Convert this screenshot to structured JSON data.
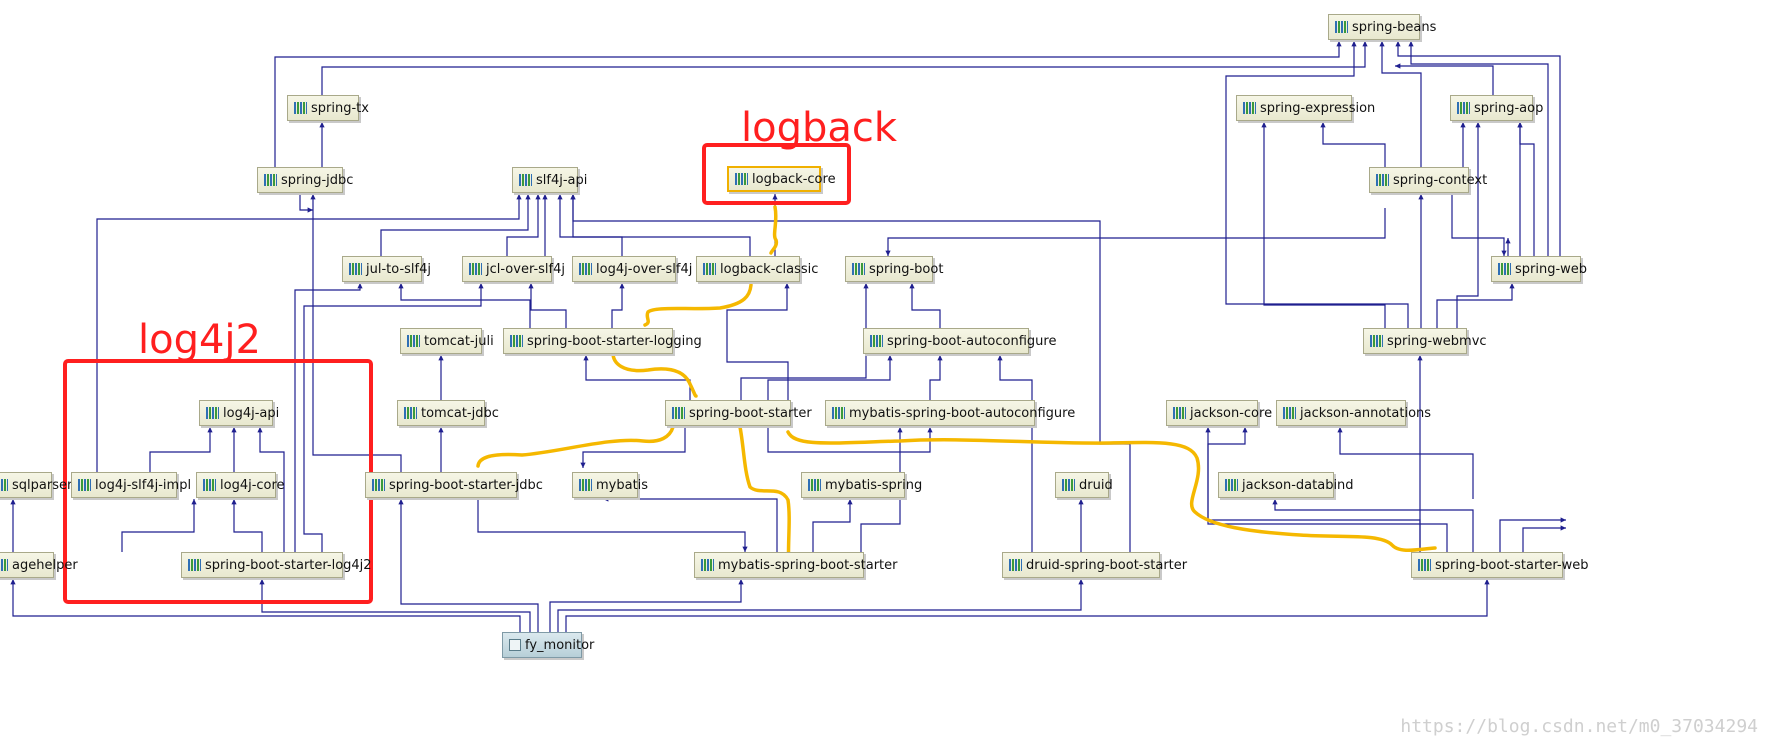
{
  "annotations": {
    "logback": "logback",
    "log4j2": "log4j2"
  },
  "watermark": "https://blog.csdn.net/m0_37034294",
  "colors": {
    "edge": "#1f1f8f",
    "highlight_red": "#ff1f1f",
    "highlight_path": "#f5b800",
    "node_fill": "#ececd6"
  },
  "nodes": {
    "spring_beans": "spring-beans",
    "spring_tx": "spring-tx",
    "spring_expression": "spring-expression",
    "spring_aop": "spring-aop",
    "spring_jdbc": "spring-jdbc",
    "slf4j_api": "slf4j-api",
    "logback_core": "logback-core",
    "spring_context": "spring-context",
    "jul_to_slf4j": "jul-to-slf4j",
    "jcl_over_slf4j": "jcl-over-slf4j",
    "log4j_over_slf4j": "log4j-over-slf4j",
    "logback_classic": "logback-classic",
    "spring_boot": "spring-boot",
    "spring_web": "spring-web",
    "tomcat_juli": "tomcat-juli",
    "spring_boot_starter_logging": "spring-boot-starter-logging",
    "spring_boot_autoconfigure": "spring-boot-autoconfigure",
    "spring_webmvc": "spring-webmvc",
    "log4j_api": "log4j-api",
    "tomcat_jdbc": "tomcat-jdbc",
    "spring_boot_starter": "spring-boot-starter",
    "mybatis_spring_boot_autoconfigure": "mybatis-spring-boot-autoconfigure",
    "jackson_core": "jackson-core",
    "jackson_annotations": "jackson-annotations",
    "jsqlparser": "sqlparser",
    "log4j_slf4j_impl": "log4j-slf4j-impl",
    "log4j_core": "log4j-core",
    "spring_boot_starter_jdbc": "spring-boot-starter-jdbc",
    "mybatis": "mybatis",
    "mybatis_spring": "mybatis-spring",
    "druid": "druid",
    "jackson_databind": "jackson-databind",
    "pagehelper": "agehelper",
    "spring_boot_starter_log4j2": "spring-boot-starter-log4j2",
    "mybatis_spring_boot_starter": "mybatis-spring-boot-starter",
    "druid_spring_boot_starter": "druid-spring-boot-starter",
    "spring_boot_starter_web": "spring-boot-starter-web",
    "fy_monitor": "fy_monitor"
  }
}
